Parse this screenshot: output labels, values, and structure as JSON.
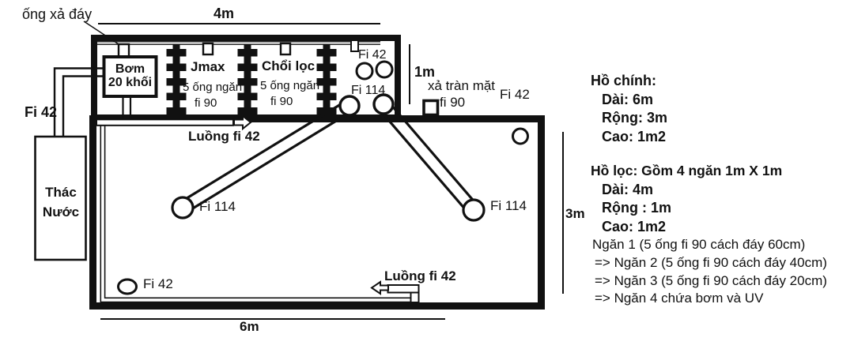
{
  "filter_tank": {
    "drain_pipe_label": "ống xả đáy",
    "length_dim": "4m",
    "depth_dim": "1m",
    "inlet_pipe_label": "Fi 42",
    "pump_box": {
      "line1": "Bơm",
      "line2": "20 khối"
    },
    "compartment2": {
      "title": "Jmax",
      "note1": "5 ống ngăn",
      "note2": "fi 90"
    },
    "compartment3": {
      "title": "Chổi lọc",
      "note1": "5 ống ngăn",
      "note2": "fi 90"
    },
    "compartment4": {
      "top_pipes_label": "Fi 42",
      "bottom_pipes_label": "Fi 114"
    }
  },
  "main_tank": {
    "length_dim": "6m",
    "width_dim": "3m",
    "overflow_line1": "xả tràn mặt",
    "overflow_line2": "fi 90",
    "top_right_pipe_label": "Fi 42",
    "flow_top_label": "Luồng fi 42",
    "flow_bottom_label": "Luồng fi 42",
    "outlet_left_label": "Fi 114",
    "outlet_right_label": "Fi 114",
    "bottom_drain_label": "Fi 42",
    "waterfall": {
      "line1": "Thác",
      "line2": "Nước"
    }
  },
  "notes": {
    "main_tank_title": "Hồ chính:",
    "main_tank_specs": [
      "Dài: 6m",
      "Rộng: 3m",
      "Cao: 1m2"
    ],
    "filter_tank_title": "Hồ lọc: Gồm 4 ngăn 1m X 1m",
    "filter_tank_specs": [
      "Dài: 4m",
      "Rộng : 1m",
      "Cao: 1m2"
    ],
    "compartment_notes": [
      "Ngăn 1 (5 ống fi 90 cách đáy 60cm)",
      "=> Ngăn 2 (5 ống fi 90 cách đáy 40cm)",
      "=> Ngăn 3 (5 ống fi 90 cách đáy 20cm)",
      "=> Ngăn 4 chứa bơm và UV"
    ]
  },
  "colors": {
    "ink": "#111111",
    "background": "#ffffff"
  }
}
